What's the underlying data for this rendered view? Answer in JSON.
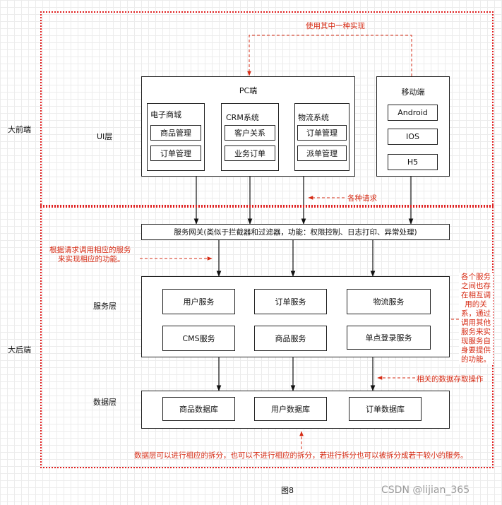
{
  "colors": {
    "annotation": "#d62b14",
    "frontend_border": "#e02020",
    "line": "#111111"
  },
  "frontend": {
    "label": "大前端",
    "layer_label": "UI层",
    "pc": {
      "title": "PC端",
      "groups": [
        {
          "title": "电子商城",
          "items": [
            "商品管理",
            "订单管理"
          ]
        },
        {
          "title": "CRM系统",
          "items": [
            "客户关系",
            "业务订单"
          ]
        },
        {
          "title": "物流系统",
          "items": [
            "订单管理",
            "派单管理"
          ]
        }
      ]
    },
    "mobile": {
      "title": "移动端",
      "items": [
        "Android",
        "IOS",
        "H5"
      ]
    }
  },
  "backend": {
    "label": "大后端",
    "gateway": "服务网关(类似于拦截器和过滤器，功能：权限控制、日志打印、异常处理)",
    "service_layer_label": "服务层",
    "services": [
      "用户服务",
      "订单服务",
      "物流服务",
      "CMS服务",
      "商品服务",
      "单点登录服务"
    ],
    "data_layer_label": "数据层",
    "databases": [
      "商品数据库",
      "用户数据库",
      "订单数据库"
    ]
  },
  "annotations": {
    "choose_one": "使用其中一种实现",
    "requests": "各种请求",
    "routing_line1": "根据请求调用相应的服务",
    "routing_line2": "来实现相应的功能。",
    "service_calls": [
      "各个服务",
      "之间也存",
      "在相互调",
      "用的关",
      "系，通过",
      "调用其他",
      "服务来实",
      "现服务自",
      "身要提供",
      "的功能。"
    ],
    "data_ops": "相关的数据存取操作",
    "data_split": "数据层可以进行相应的拆分，也可以不进行相应的拆分，若进行拆分也可以被拆分成若干较小的服务。"
  },
  "caption": "图8",
  "watermark": "CSDN @lijian_365"
}
